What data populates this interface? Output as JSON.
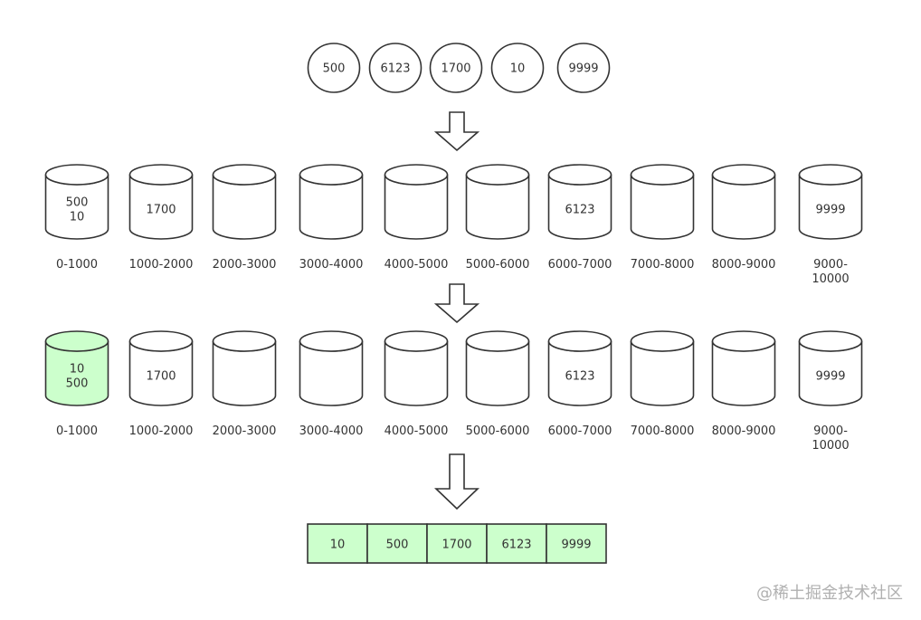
{
  "inputs": [
    "500",
    "6123",
    "1700",
    "10",
    "9999"
  ],
  "buckets_scatter": [
    {
      "range": [
        "0-1000"
      ],
      "items": [
        "500",
        "10"
      ],
      "highlight": false
    },
    {
      "range": [
        "1000-2000"
      ],
      "items": [
        "1700"
      ],
      "highlight": false
    },
    {
      "range": [
        "2000-3000"
      ],
      "items": [],
      "highlight": false
    },
    {
      "range": [
        "3000-4000"
      ],
      "items": [],
      "highlight": false
    },
    {
      "range": [
        "4000-5000"
      ],
      "items": [],
      "highlight": false
    },
    {
      "range": [
        "5000-6000"
      ],
      "items": [],
      "highlight": false
    },
    {
      "range": [
        "6000-7000"
      ],
      "items": [
        "6123"
      ],
      "highlight": false
    },
    {
      "range": [
        "7000-8000"
      ],
      "items": [],
      "highlight": false
    },
    {
      "range": [
        "8000-9000"
      ],
      "items": [],
      "highlight": false
    },
    {
      "range": [
        "9000-",
        "10000"
      ],
      "items": [
        "9999"
      ],
      "highlight": false
    }
  ],
  "buckets_sorted": [
    {
      "range": [
        "0-1000"
      ],
      "items": [
        "10",
        "500"
      ],
      "highlight": true
    },
    {
      "range": [
        "1000-2000"
      ],
      "items": [
        "1700"
      ],
      "highlight": false
    },
    {
      "range": [
        "2000-3000"
      ],
      "items": [],
      "highlight": false
    },
    {
      "range": [
        "3000-4000"
      ],
      "items": [],
      "highlight": false
    },
    {
      "range": [
        "4000-5000"
      ],
      "items": [],
      "highlight": false
    },
    {
      "range": [
        "5000-6000"
      ],
      "items": [],
      "highlight": false
    },
    {
      "range": [
        "6000-7000"
      ],
      "items": [
        "6123"
      ],
      "highlight": false
    },
    {
      "range": [
        "7000-8000"
      ],
      "items": [],
      "highlight": false
    },
    {
      "range": [
        "8000-9000"
      ],
      "items": [],
      "highlight": false
    },
    {
      "range": [
        "9000-",
        "10000"
      ],
      "items": [
        "9999"
      ],
      "highlight": false
    }
  ],
  "output": [
    "10",
    "500",
    "1700",
    "6123",
    "9999"
  ],
  "watermark": "@稀土掘金技术社区",
  "colors": {
    "stroke": "#333333",
    "highlight_fill": "#ccffcc",
    "background": "#ffffff"
  }
}
